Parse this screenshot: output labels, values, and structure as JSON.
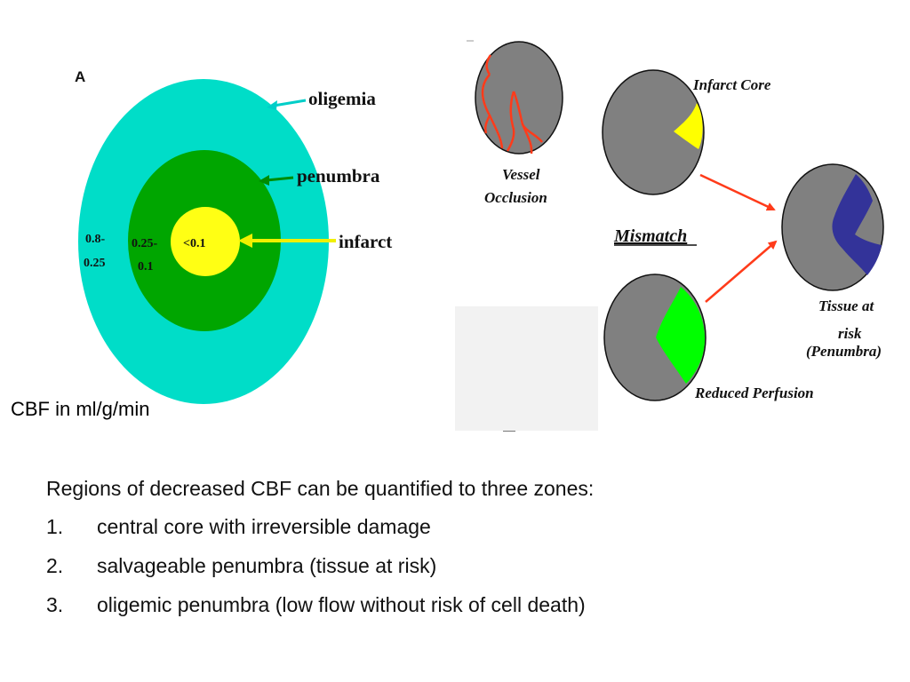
{
  "panel_a": {
    "label": "A",
    "zone_labels": {
      "oligemia": "oligemia",
      "penumbra": "penumbra",
      "infarct": "infarct"
    },
    "values": {
      "outer_line1": "0.8-",
      "outer_line2": "0.25",
      "mid_line1": "0.25-",
      "mid_line2": "0.1",
      "core": "<0.1"
    },
    "colors": {
      "oligemia": "#00DDC8",
      "penumbra": "#00A600",
      "infarct": "#FFFF14",
      "arrow_oligemia": "#00CEC8",
      "arrow_penumbra": "#008C00",
      "arrow_infarct": "#F0F000"
    }
  },
  "panel_b": {
    "vessel_label_1": "Vessel",
    "vessel_label_2": "Occlusion",
    "infarct_core_label": "Infarct Core",
    "mismatch_label": "Mismatch",
    "tissue_label_1": "Tissue at",
    "tissue_label_2": "risk",
    "tissue_label_3": "(Penumbra)",
    "reduced_perfusion_label": "Reduced Perfusion",
    "colors": {
      "brain": "#808080",
      "vessel": "#FF3B1A",
      "core": "#FFFF00",
      "penumbra": "#333399",
      "perfusion": "#00FF00",
      "arrow": "#FF3B1A"
    }
  },
  "caption": "CBF in ml/g/min",
  "intro": "Regions of decreased CBF can be quantified to three zones:",
  "zones": [
    {
      "num": "1.",
      "text": "central core with irreversible damage"
    },
    {
      "num": "2.",
      "text": "salvageable penumbra (tissue at risk)"
    },
    {
      "num": "3.",
      "text": "oligemic penumbra (low flow without risk of cell death)"
    }
  ]
}
